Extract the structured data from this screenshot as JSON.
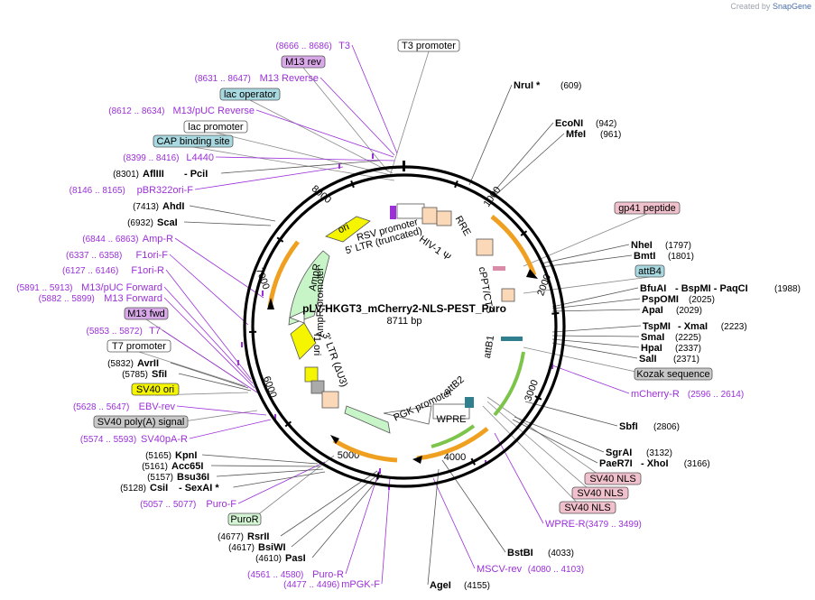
{
  "credit": {
    "prefix": "Created by",
    "brand": "SnapGene"
  },
  "plasmid": {
    "name": "pLV-HKGT3_mCherry2-NLS-PEST_Puro",
    "size": "8711 bp"
  },
  "ruler": [
    "1000",
    "2000",
    "3000",
    "4000",
    "5000",
    "6000",
    "7000",
    "8000"
  ],
  "boxes": [
    {
      "text": "T3 promoter",
      "style": "white"
    },
    {
      "text": "M13 rev",
      "style": "purple"
    },
    {
      "text": "lac operator",
      "style": "cyan"
    },
    {
      "text": "lac promoter",
      "style": "white"
    },
    {
      "text": "CAP binding site",
      "style": "cyan"
    },
    {
      "text": "gp41 peptide",
      "style": "pink"
    },
    {
      "text": "attB4",
      "style": "cyan"
    },
    {
      "text": "Kozak sequence",
      "style": "gray"
    },
    {
      "text": "SV40 NLS",
      "style": "pink"
    },
    {
      "text": "SV40 NLS",
      "style": "pink"
    },
    {
      "text": "SV40 NLS",
      "style": "pink"
    },
    {
      "text": "M13 fwd",
      "style": "purple"
    },
    {
      "text": "T7 promoter",
      "style": "white"
    },
    {
      "text": "SV40 ori",
      "style": "yellow"
    },
    {
      "text": "SV40 poly(A) signal",
      "style": "gray"
    },
    {
      "text": "PuroR",
      "style": "green"
    }
  ],
  "primers": [
    {
      "coord": "(8666 .. 8686)",
      "name": "T3"
    },
    {
      "coord": "(8631 .. 8647)",
      "name": "M13 Reverse"
    },
    {
      "coord": "(8612 .. 8634)",
      "name": "M13/pUC Reverse"
    },
    {
      "coord": "(8399 .. 8416)",
      "name": "L4440"
    },
    {
      "coord": "(8146 .. 8165)",
      "name": "pBR322ori-F"
    },
    {
      "coord": "(6844 .. 6863)",
      "name": "Amp-R"
    },
    {
      "coord": "(6337 .. 6358)",
      "name": "F1ori-F"
    },
    {
      "coord": "(6127 .. 6146)",
      "name": "F1ori-R"
    },
    {
      "coord": "(5891 .. 5913)",
      "name": "M13/pUC Forward"
    },
    {
      "coord": "(5882 .. 5899)",
      "name": "M13 Forward"
    },
    {
      "coord": "(5853 .. 5872)",
      "name": "T7"
    },
    {
      "coord": "(5628 .. 5647)",
      "name": "EBV-rev"
    },
    {
      "coord": "(5574 .. 5593)",
      "name": "SV40pA-R"
    },
    {
      "coord": "(5057 .. 5077)",
      "name": "Puro-F"
    },
    {
      "coord": "(4561 .. 4580)",
      "name": "Puro-R"
    },
    {
      "coord": "(4477 .. 4496)",
      "name": "mPGK-F"
    },
    {
      "coord": "(4080 .. 4103)",
      "name": "MSCV-rev"
    },
    {
      "coord": "(3479 .. 3499)",
      "name": "WPRE-R"
    },
    {
      "coord": "(2596 .. 2614)",
      "name": "mCherry-R"
    }
  ],
  "sites_left": [
    {
      "coord": "(8301)",
      "name": "AflIII",
      "extra": "- PciI"
    },
    {
      "coord": "(7413)",
      "name": "AhdI",
      "extra": ""
    },
    {
      "coord": "(6932)",
      "name": "ScaI",
      "extra": ""
    },
    {
      "coord": "(5832)",
      "name": "AvrII",
      "extra": ""
    },
    {
      "coord": "(5785)",
      "name": "SfiI",
      "extra": ""
    },
    {
      "coord": "(5165)",
      "name": "KpnI",
      "extra": ""
    },
    {
      "coord": "(5161)",
      "name": "Acc65I",
      "extra": ""
    },
    {
      "coord": "(5157)",
      "name": "Bsu36I",
      "extra": ""
    },
    {
      "coord": "(5128)",
      "name": "CsiI",
      "extra": "- SexAI *"
    },
    {
      "coord": "(4677)",
      "name": "RsrII",
      "extra": ""
    },
    {
      "coord": "(4617)",
      "name": "BsiWI",
      "extra": ""
    },
    {
      "coord": "(4610)",
      "name": "PasI",
      "extra": ""
    }
  ],
  "sites_right": [
    {
      "name": "NruI *",
      "coord": "(609)"
    },
    {
      "name": "EcoNI",
      "coord": "(942)"
    },
    {
      "name": "MfeI",
      "coord": "(961)"
    },
    {
      "name": "NheI",
      "coord": "(1797)"
    },
    {
      "name": "BmtI",
      "coord": "(1801)"
    },
    {
      "name": "BfuAI",
      "extra": "- BspMI   - PaqCI",
      "coord": "(1988)"
    },
    {
      "name": "PspOMI",
      "coord": "(2025)"
    },
    {
      "name": "ApaI",
      "coord": "(2029)"
    },
    {
      "name": "TspMI",
      "extra": "- XmaI",
      "coord": "(2223)"
    },
    {
      "name": "SmaI",
      "coord": "(2225)"
    },
    {
      "name": "HpaI",
      "coord": "(2337)"
    },
    {
      "name": "SalI",
      "coord": "(2371)"
    },
    {
      "name": "SbfI",
      "coord": "(2806)"
    },
    {
      "name": "SgrAI",
      "coord": "(3132)"
    },
    {
      "name": "PaeR7I",
      "extra": "- XhoI",
      "coord": "(3166)"
    },
    {
      "name": "BstBI",
      "coord": "(4033)"
    },
    {
      "name": "AgeI",
      "coord": "(4155)"
    }
  ],
  "features": [
    "RSV promoter",
    "5' LTR (truncated)",
    "HIV-1 Ψ",
    "RRE",
    "cPPT/CTS",
    "attB1",
    "attB2",
    "WPRE",
    "PGK promoter",
    "3' LTR (ΔU3)",
    "f1 ori",
    "AmpR promoter",
    "AmpR",
    "ori"
  ],
  "colors": {
    "primer": "#9b30d9",
    "site": "#000000",
    "ampr": "#c8f5c8",
    "ori": "#f5f500",
    "orf_arc": "#f0a020",
    "backbone": "#000000"
  }
}
